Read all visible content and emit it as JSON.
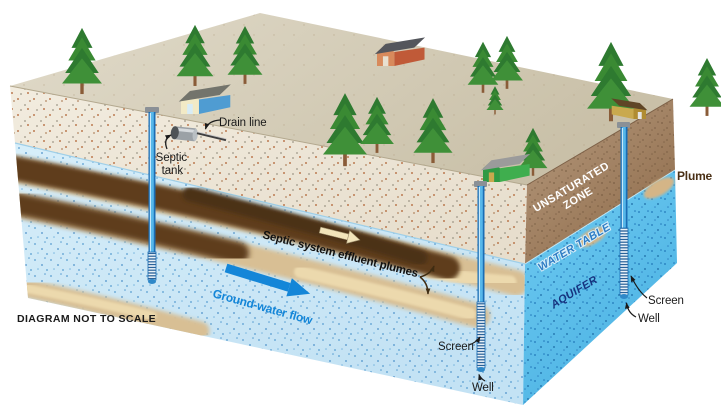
{
  "note": "DIAGRAM NOT TO SCALE",
  "labels": {
    "drain_line": "Drain line",
    "septic_line1": "Septic",
    "septic_line2": "tank",
    "effluent_plumes": "Septic system effluent plumes",
    "groundwater_flow": "Ground-water flow",
    "unsaturated_line1": "UNSATURATED",
    "unsaturated_line2": "ZONE",
    "water_table": "WATER TABLE",
    "aquifer": "AQUIFER",
    "plume": "Plume",
    "screen_left": "Screen",
    "well_left": "Well",
    "screen_right": "Screen",
    "well_right": "Well"
  },
  "scene": {
    "wells": 3,
    "houses": 4,
    "trees": 12,
    "plume_bands": 3
  },
  "colors": {
    "top_face": "#d6cfbe",
    "front_unsaturated": "#efe8da",
    "front_aquifer": "#cfe9f6",
    "right_unsaturated": "#aa8a6b",
    "right_aquifer": "#5ec3ee",
    "plume_dark": "#5e3e1d",
    "plume_tan": "#d8bf94",
    "flow_arrow_blue": "#1486d8",
    "water_table_label_blue": "#2e7cc4",
    "aquifer_label_navy": "#16337f",
    "plume_label_brown": "#4a3016",
    "well_pipe_blue": "#1a6db5"
  }
}
